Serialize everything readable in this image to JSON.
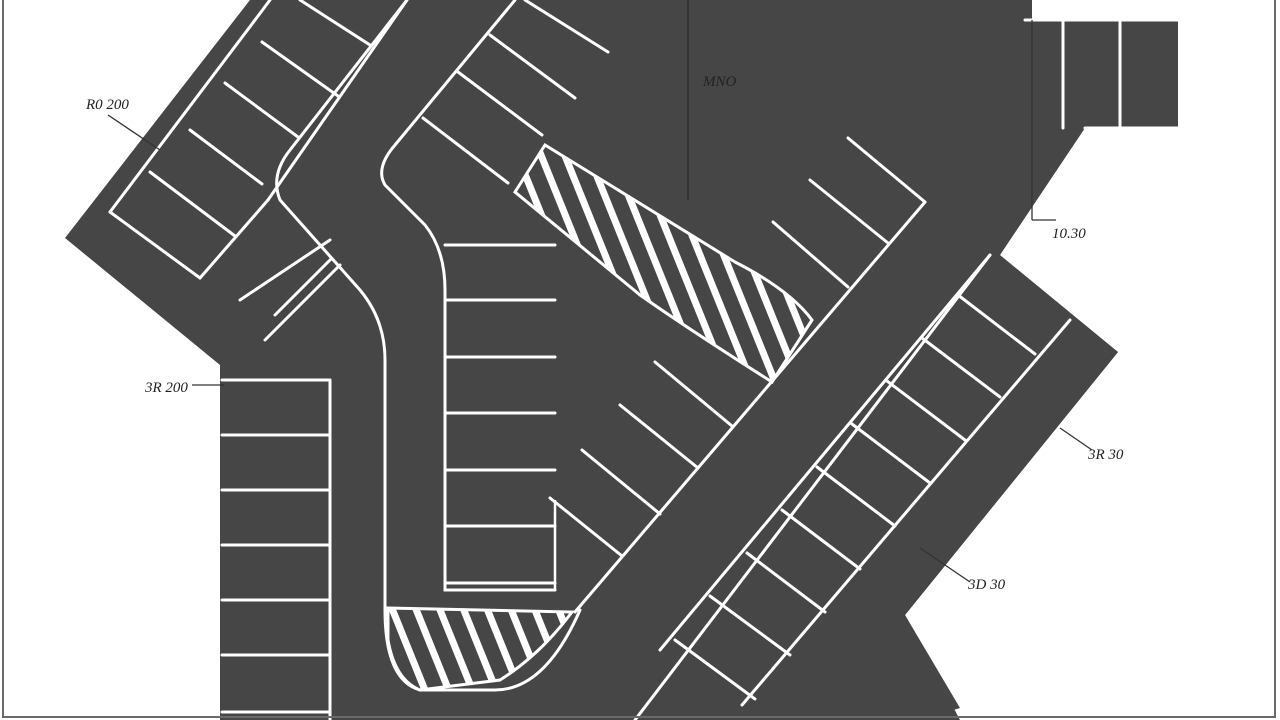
{
  "diagram": {
    "type": "parking-lot-site-plan",
    "labels": {
      "top_center": "MNO",
      "left_upper": "R0 200",
      "left_middle": "3R 200",
      "right_upper": "10.30",
      "right_middle": "3R 30",
      "right_lower": "3D 30"
    },
    "colors": {
      "pavement": "#464646",
      "markings": "#ffffff",
      "background": "#ffffff",
      "annotation": "#222222"
    }
  }
}
